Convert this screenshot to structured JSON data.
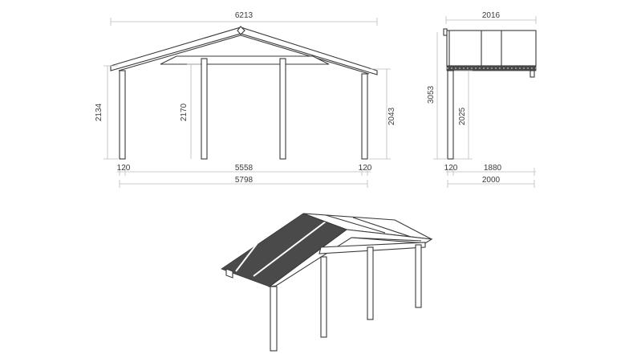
{
  "front_view": {
    "total_width": "6213",
    "left_height": "2134",
    "middle_height": "2170",
    "right_height": "2043",
    "left_post": "120",
    "post_span": "5558",
    "right_post": "120",
    "overall_base": "5798"
  },
  "side_view": {
    "top_width": "2016",
    "total_height": "3053",
    "post_height": "2025",
    "post_width": "120",
    "span": "1880",
    "base_width": "2000"
  },
  "colors": {
    "line": "#3a3a3a",
    "dimension": "#bdbdbd",
    "roof_fill": "#4a4a4a"
  }
}
